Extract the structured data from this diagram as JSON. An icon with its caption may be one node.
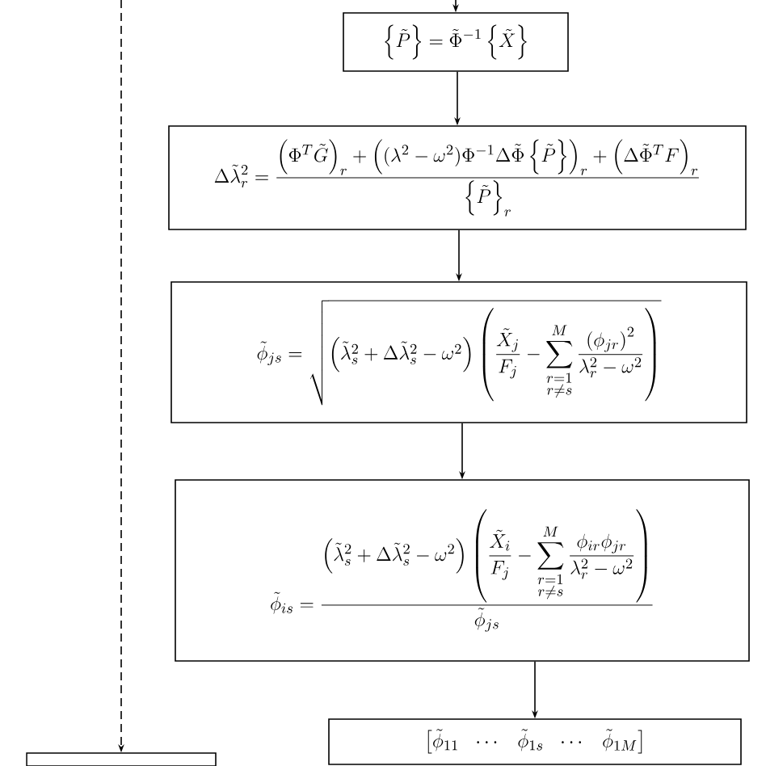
{
  "diagram": {
    "nodes": [
      {
        "text": [
          "\\left\\{\\tilde{P}\\right\\}=\\tilde{\\Phi}^{-1}\\left\\{\\tilde{X}\\right\\}"
        ]
      },
      {
        "text": [
          "\\Delta\\tilde{\\lambda}_r^2=\\frac{\\left(\\Phi^T\\tilde{G}\\right)_r+\\left((\\lambda^2-\\omega^2)\\Phi^{-1}\\Delta\\tilde{\\Phi}\\left\\{\\tilde{P}\\right\\}\\right)_r+\\left(\\Delta\\tilde{\\Phi}^T F\\right)_r}{\\left\\{\\tilde{P}\\right\\}_r}"
        ]
      },
      {
        "text": [
          "\\tilde{\\phi}_{js}=\\sqrt{\\left(\\tilde{\\lambda}_s^2+\\Delta\\tilde{\\lambda}_s^2-\\omega^2\\right)\\left(\\frac{\\tilde{X}_j}{F_j}-\\sum_{\\substack{r=1\\\\r\\neq s}}^{M}\\frac{\\left(\\phi_{jr}\\right)^2}{\\lambda_r^2-\\omega^2}\\right)}"
        ]
      },
      {
        "text": [
          "\\tilde{\\phi}_{is}=\\frac{\\left(\\tilde{\\lambda}_s^2+\\Delta\\tilde{\\lambda}_s^2-\\omega^2\\right)\\left(\\dfrac{\\tilde{X}_i}{F_j}-\\displaystyle\\sum_{\\substack{r=1\\\\r\\neq s}}^{M}\\dfrac{\\phi_{ir}\\phi_{jr}}{\\lambda_r^2-\\omega^2}\\right)}{\\tilde{\\phi}_{js}}"
        ]
      },
      {
        "text": [
          "\\begin{bmatrix}\\tilde{\\phi}_{11} & \\cdots & \\tilde{\\phi}_{1s} & \\cdots & \\tilde{\\phi}_{1M}\\end{bmatrix}"
        ]
      },
      {
        "text": [],
        "shape": "box"
      }
    ],
    "edges": [
      {
        "from": null,
        "to": 0,
        "arrow": "to"
      },
      {
        "from": 0,
        "to": 1,
        "arrow": "to"
      },
      {
        "from": 1,
        "to": 2,
        "arrow": "to"
      },
      {
        "from": 2,
        "to": 3,
        "arrow": "to"
      },
      {
        "from": 3,
        "to": 4,
        "arrow": "to"
      },
      {
        "from": null,
        "to": 5,
        "arrow": "to",
        "style": "dashed"
      }
    ]
  }
}
